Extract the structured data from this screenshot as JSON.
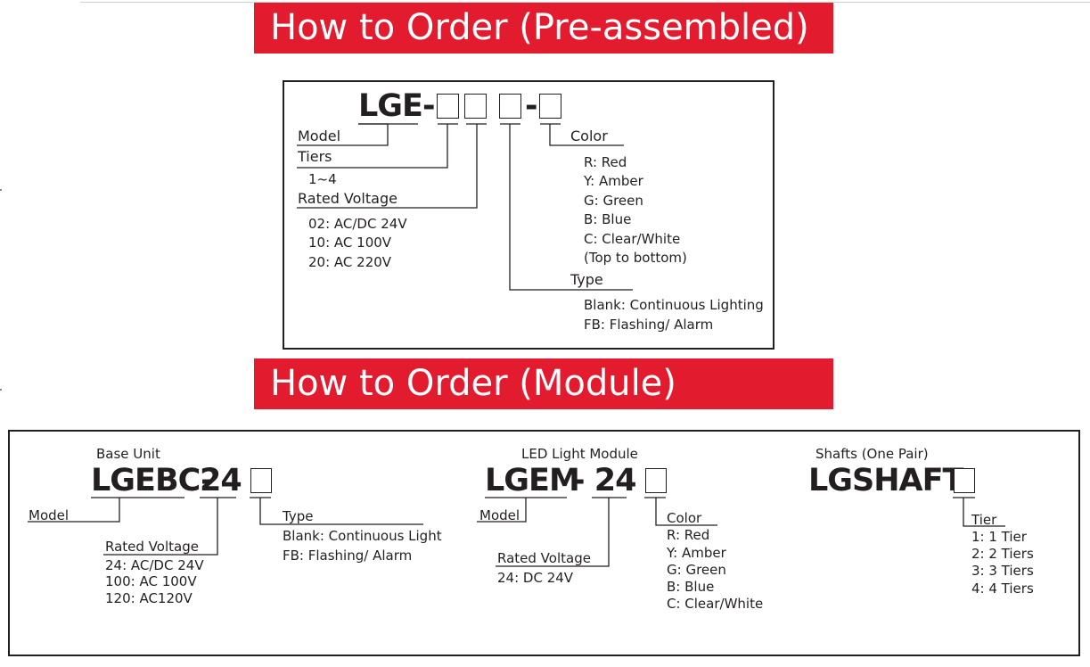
{
  "preassembled": {
    "title": "How to Order (Pre-assembled)",
    "code_prefix": "LGE-",
    "code_dash": "-",
    "model": {
      "label": "Model"
    },
    "tiers": {
      "label": "Tiers",
      "options": [
        "1~4"
      ]
    },
    "voltage": {
      "label": "Rated Voltage",
      "options": [
        "02: AC/DC 24V",
        "10: AC 100V",
        "20: AC 220V"
      ]
    },
    "color": {
      "label": "Color",
      "options": [
        "R: Red",
        "Y: Amber",
        "G: Green",
        "B: Blue",
        "C: Clear/White",
        "(Top to bottom)"
      ]
    },
    "type": {
      "label": "Type",
      "options": [
        "Blank: Continuous Lighting",
        "FB: Flashing/ Alarm"
      ]
    }
  },
  "module": {
    "title": "How to Order (Module)",
    "base": {
      "heading": "Base Unit",
      "code_a": "LGEBC-",
      "code_b": "24",
      "model_label": "Model",
      "voltage_label": "Rated Voltage",
      "voltage_options": [
        "24: AC/DC 24V",
        "100: AC 100V",
        "120: AC120V"
      ],
      "type_label": "Type",
      "type_options": [
        "Blank: Continuous Light",
        "FB: Flashing/ Alarm"
      ]
    },
    "led": {
      "heading": "LED Light Module",
      "code_a": "LGEM",
      "code_b": "- 24 -",
      "model_label": "Model",
      "voltage_label": "Rated Voltage",
      "voltage_options": [
        "24: DC 24V"
      ],
      "color_label": "Color",
      "color_options": [
        "R: Red",
        "Y: Amber",
        "G: Green",
        "B: Blue",
        "C: Clear/White"
      ]
    },
    "shafts": {
      "heading": "Shafts (One Pair)",
      "code": "LGSHAFT-",
      "tier_label": "Tier",
      "tier_options": [
        "1: 1 Tier",
        "2: 2 Tiers",
        "3: 3 Tiers",
        "4: 4 Tiers"
      ]
    }
  }
}
